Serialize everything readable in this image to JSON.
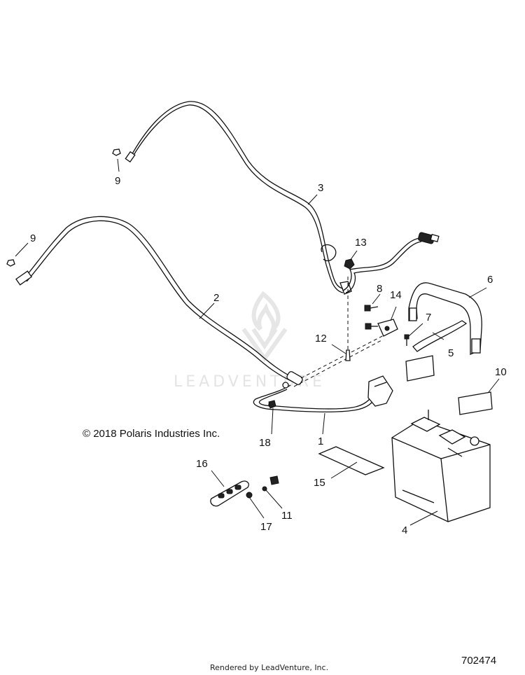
{
  "diagram": {
    "copyright": "© 2018 Polaris Industries Inc.",
    "figure_number": "702474",
    "footer": "Rendered by LeadVenture, Inc.",
    "watermark": "LEADVENTURE",
    "callouts": {
      "c1": "1",
      "c2": "2",
      "c3": "3",
      "c4": "4",
      "c5": "5",
      "c6": "6",
      "c7": "7",
      "c8": "8",
      "c9a": "9",
      "c9b": "9",
      "c10": "10",
      "c11": "11",
      "c12": "12",
      "c13": "13",
      "c14": "14",
      "c15": "15",
      "c16": "16",
      "c17": "17",
      "c18": "18"
    }
  }
}
